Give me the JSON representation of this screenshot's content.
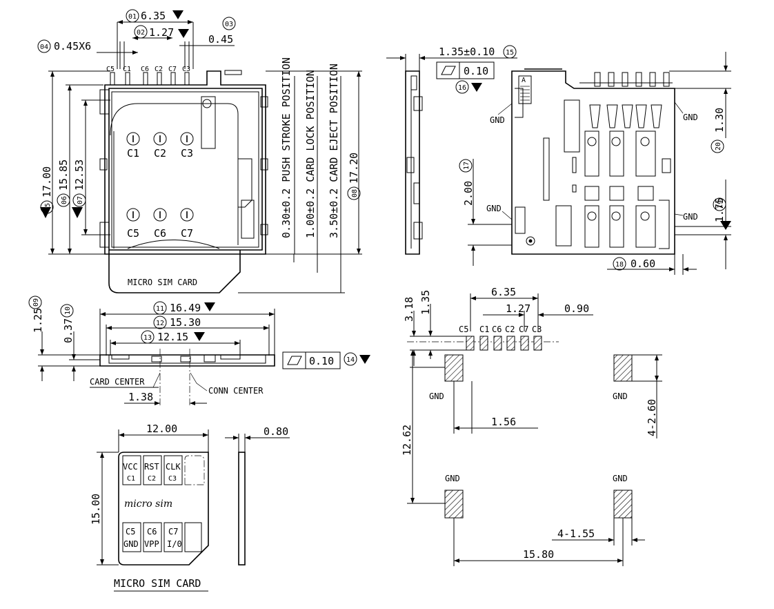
{
  "top_view": {
    "dims": {
      "d01": "6.35",
      "d02": "1.27",
      "d03": "0.45",
      "d04": "0.45X6",
      "d05": "17.00",
      "d06": "15.85",
      "d07": "12.53",
      "d08": "17.20"
    },
    "balloons": {
      "b01": "01",
      "b02": "02",
      "b03": "03",
      "b04": "04",
      "b05": "05",
      "b06": "06",
      "b07": "07",
      "b08": "08"
    },
    "pin_labels_top": [
      "C5",
      "C1",
      "C6",
      "C2",
      "C7",
      "C3"
    ],
    "contacts_top": [
      "C1",
      "C2",
      "C3"
    ],
    "contacts_bottom": [
      "C5",
      "C6",
      "C7"
    ],
    "positions": [
      "0.30±0.2 PUSH STROKE POSITION",
      "1.00±0.2 CARD LOCK POSITION",
      "3.50±0.2 CARD EJECT POSITION"
    ],
    "card_label": "MICRO SIM CARD"
  },
  "side_view": {
    "thickness": "1.35±0.10",
    "flatness": "0.10",
    "balloons": {
      "b15": "15",
      "b16": "16"
    }
  },
  "right_view": {
    "gnd": "GND",
    "dims": {
      "d17": "2.00",
      "d18": "0.60",
      "d19": "1.75",
      "d20": "1.30"
    },
    "balloons": {
      "b17": "17",
      "b18": "18",
      "b19": "19",
      "b20": "20"
    },
    "marker": "A"
  },
  "front_view": {
    "dims": {
      "d09": "1.25",
      "d10": "0.37",
      "d11": "16.49",
      "d12": "15.30",
      "d13": "12.15",
      "d138": "1.38"
    },
    "balloons": {
      "b09": "09",
      "b10": "10",
      "b11": "11",
      "b12": "12",
      "b13": "13",
      "b14": "14"
    },
    "flatness": "0.10",
    "card_center": "CARD CENTER",
    "conn_center": "CONN CENTER"
  },
  "sim_card": {
    "width": "12.00",
    "height": "15.00",
    "thickness": "0.80",
    "top_contacts": [
      {
        "name": "VCC",
        "id": "C1"
      },
      {
        "name": "RST",
        "id": "C2"
      },
      {
        "name": "CLK",
        "id": "C3"
      }
    ],
    "bottom_contacts": [
      {
        "name": "C5",
        "id": "GND"
      },
      {
        "name": "C6",
        "id": "VPP"
      },
      {
        "name": "C7",
        "id": "I/0"
      }
    ],
    "brand": "micro sim",
    "caption": "MICRO SIM CARD"
  },
  "footprint": {
    "pins": [
      "C5",
      "C1",
      "C6",
      "C2",
      "C7",
      "C3"
    ],
    "dims": {
      "d635": "6.35",
      "d127": "1.27",
      "d090": "0.90",
      "d318": "3.18",
      "d135": "1.35",
      "d156": "1.56",
      "d1262": "12.62",
      "d260": "4-2.60",
      "d155": "4-1.55",
      "d1580": "15.80"
    },
    "gnd": "GND"
  }
}
